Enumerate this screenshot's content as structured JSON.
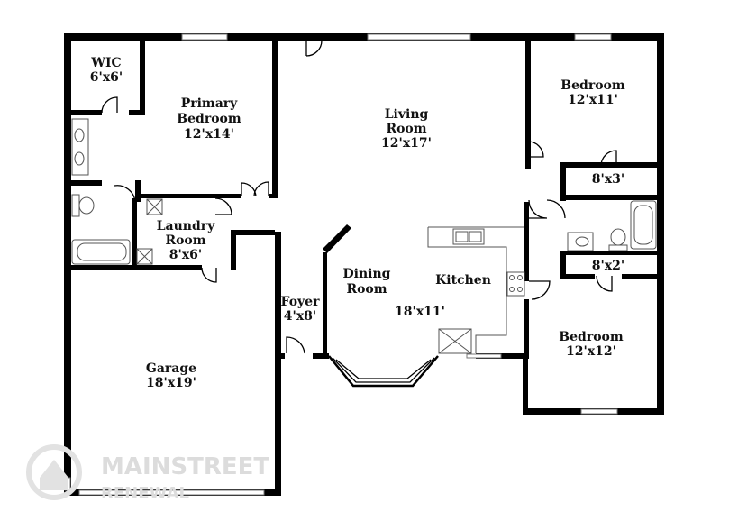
{
  "rooms": {
    "wic": {
      "name": "WIC",
      "size": "6'x6'"
    },
    "primary": {
      "name1": "Primary",
      "name2": "Bedroom",
      "size": "12'x14'"
    },
    "living": {
      "name1": "Living",
      "name2": "Room",
      "size": "12'x17'"
    },
    "bedroom_top": {
      "name": "Bedroom",
      "size": "12'x11'"
    },
    "closet1": {
      "size": "8'x3'"
    },
    "closet2": {
      "size": "8'x2'"
    },
    "laundry": {
      "name1": "Laundry",
      "name2": "Room",
      "size": "8'x6'"
    },
    "dining": {
      "name1": "Dining",
      "name2": "Room"
    },
    "kitchen": {
      "name": "Kitchen",
      "size": "18'x11'"
    },
    "foyer": {
      "name": "Foyer",
      "size": "4'x8'"
    },
    "garage": {
      "name": "Garage",
      "size": "18'x19'"
    },
    "bedroom_bottom": {
      "name": "Bedroom",
      "size": "12'x12'"
    }
  },
  "watermark": {
    "line1": "MAINSTREET",
    "line2": "RENEWAL"
  }
}
